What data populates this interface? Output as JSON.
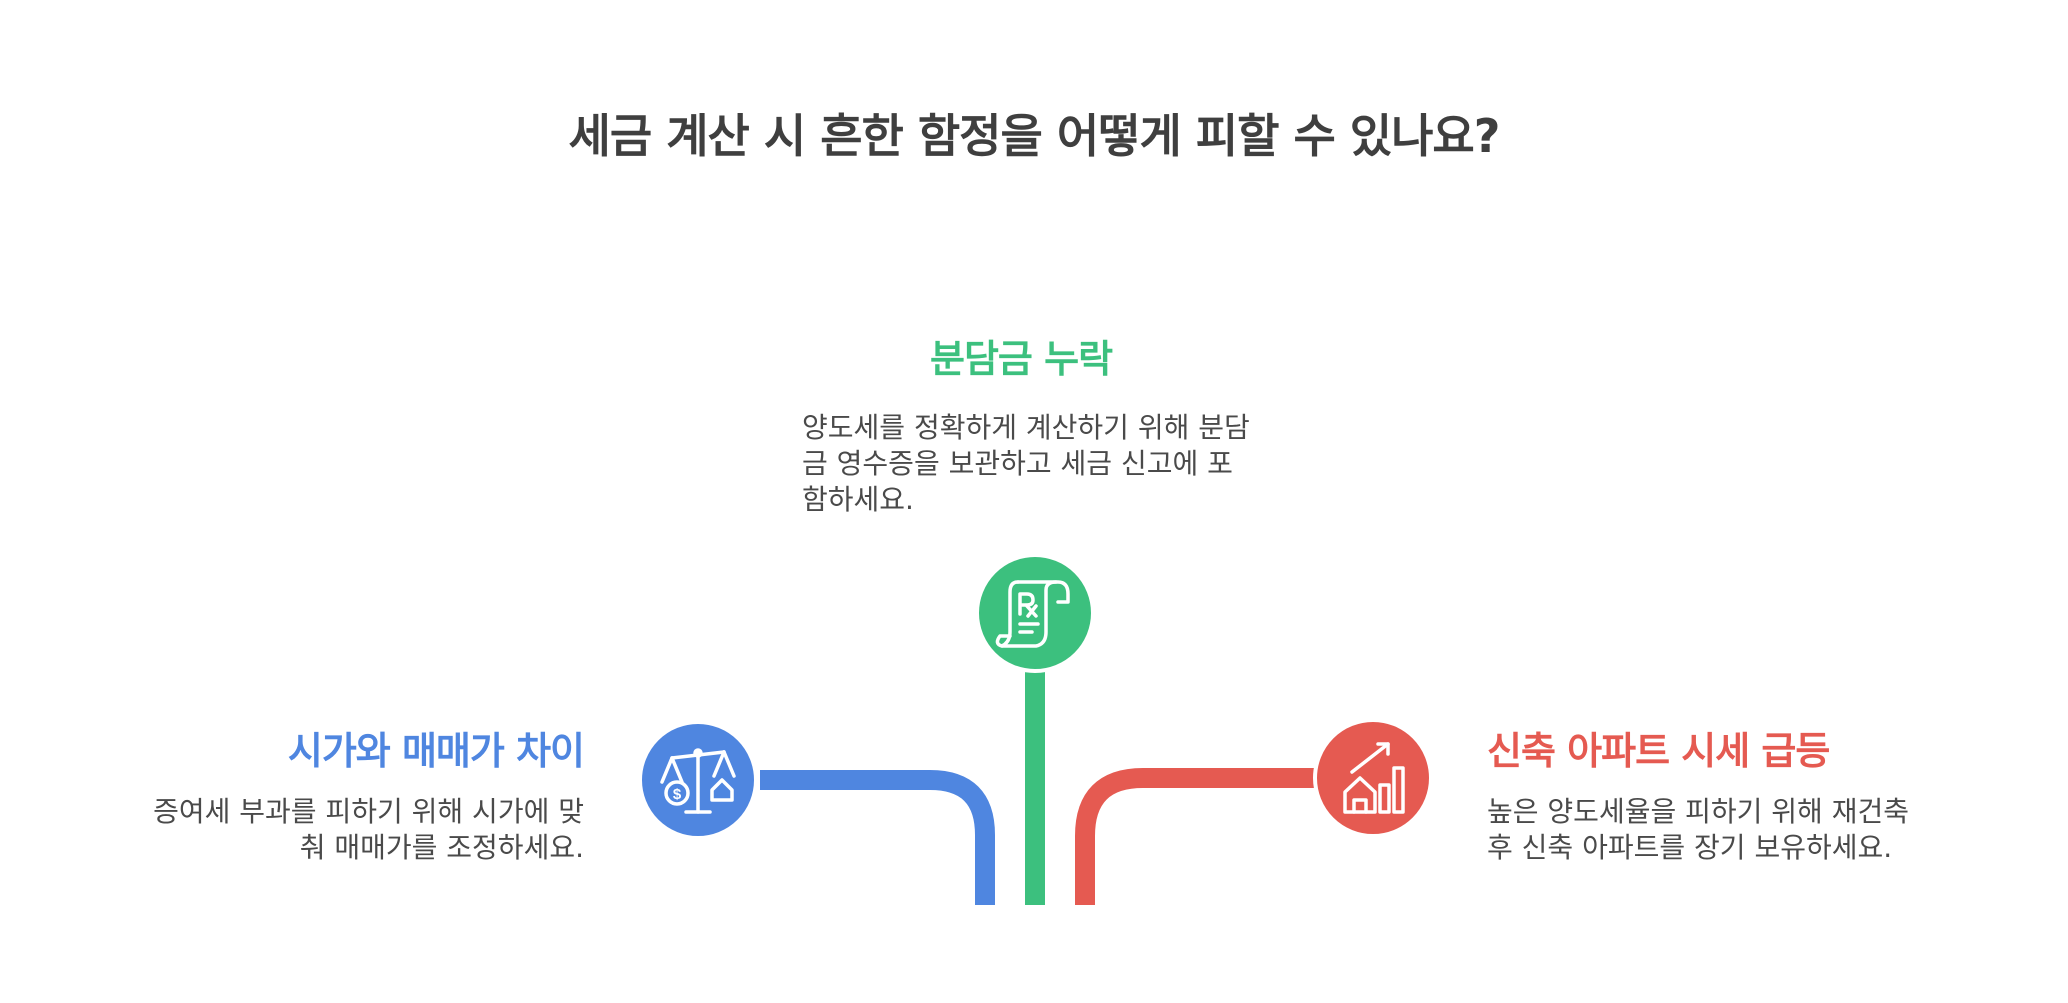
{
  "title": "세금 계산 시 흔한 함정을 어떻게 피할 수 있나요?",
  "items": [
    {
      "heading": "분담금 누락",
      "description": "양도세를 정확하게 계산하기 위해 분담금 영수증을 보관하고 세금 신고에 포함하세요.",
      "description_lines": [
        "양도세를 정확하게 계산하기 위해 분담",
        "금 영수증을 보관하고 세금 신고에 포",
        "함하세요."
      ],
      "color": "#3cc07e",
      "icon": "receipt-rx-icon"
    },
    {
      "heading": "시가와 매매가 차이",
      "description": "증여세 부과를 피하기 위해 시가에 맞춰 매매가를 조정하세요.",
      "description_lines": [
        "증여세 부과를 피하기 위해 시가에 맞",
        "춰 매매가를 조정하세요."
      ],
      "color": "#4f86e0",
      "icon": "scale-money-house-icon"
    },
    {
      "heading": "신축 아파트 시세 급등",
      "description": "높은 양도세율을 피하기 위해 재건축 후 신축 아파트를 장기 보유하세요.",
      "description_lines": [
        "높은 양도세율을 피하기 위해 재건축",
        "후 신축 아파트를 장기 보유하세요."
      ],
      "color": "#e55a51",
      "icon": "house-rising-chart-icon"
    }
  ]
}
